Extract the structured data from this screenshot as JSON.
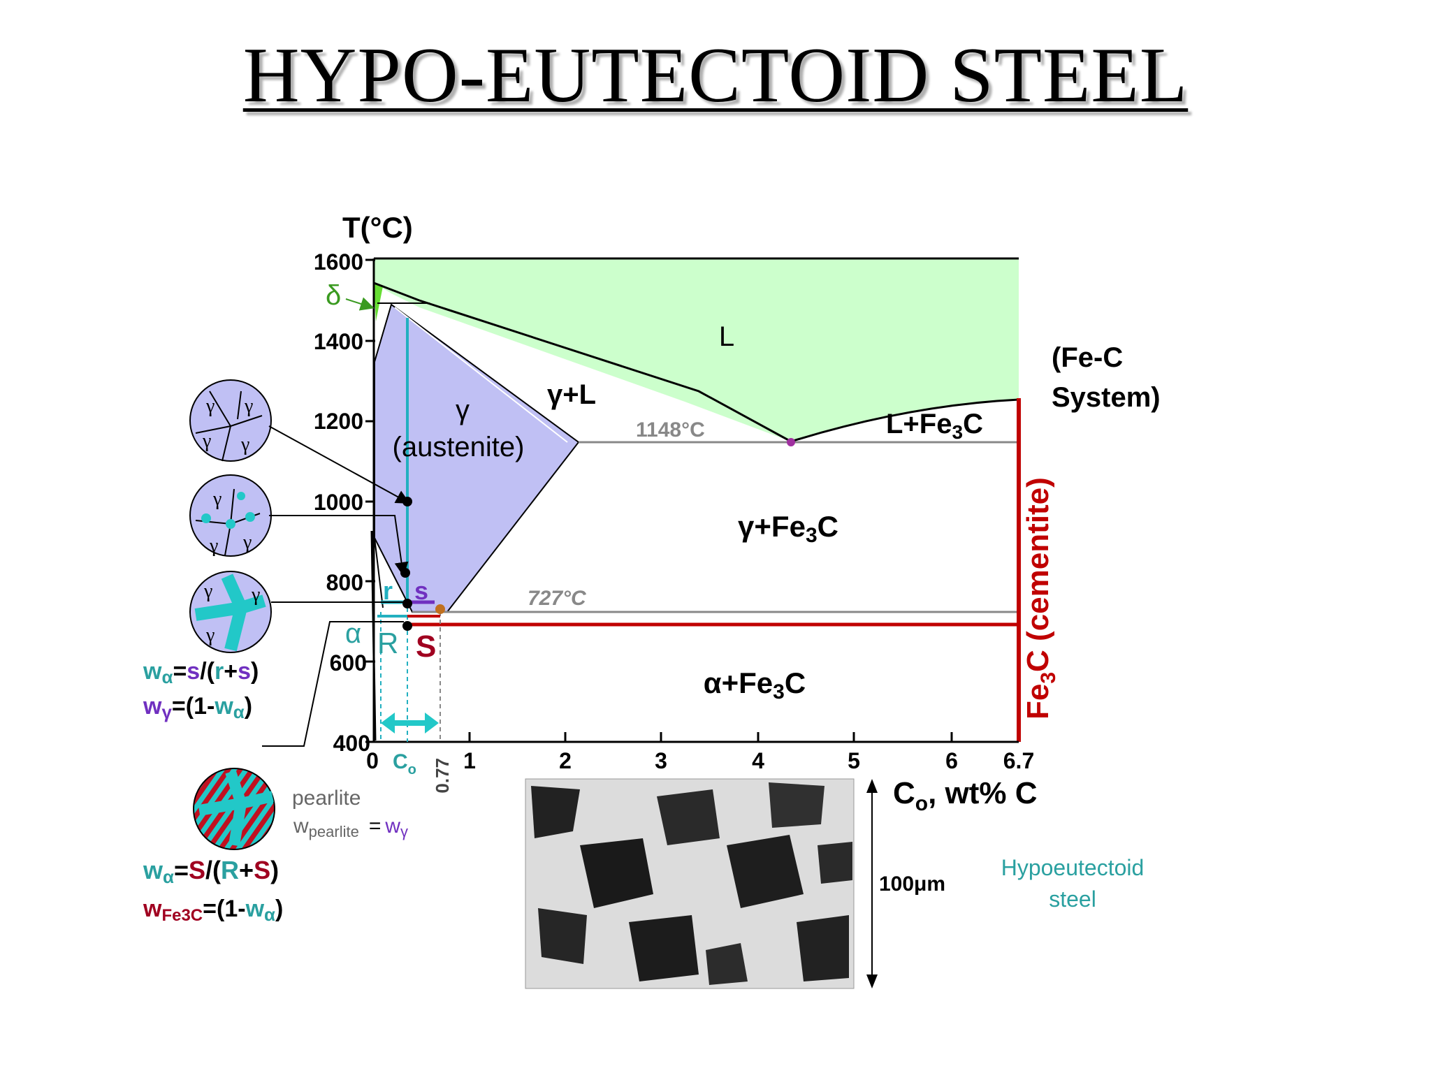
{
  "title": "HYPO-EUTECTOID STEEL",
  "diagram": {
    "y_axis_label": "T(°C)",
    "x_axis_label_prefix": "C",
    "x_axis_label_sub": "o",
    "x_axis_label_suffix": ", wt% C",
    "y_ticks": [
      "1600",
      "1400",
      "1200",
      "1000",
      "800",
      "600",
      "400"
    ],
    "x_ticks": [
      "0",
      "1",
      "2",
      "3",
      "4",
      "5",
      "6",
      "6.7"
    ],
    "c0_label": "C",
    "c0_sub": "o",
    "eutectoid_comp": "0.77",
    "phases": {
      "liquid": "L",
      "gamma_l": "γ+L",
      "gamma_symbol": "γ",
      "austenite": "(austenite)",
      "gamma_fe3c_a": "γ+Fe",
      "gamma_fe3c_sub": "3",
      "gamma_fe3c_b": "C",
      "l_fe3c_a": "L+Fe",
      "l_fe3c_sub": "3",
      "l_fe3c_b": "C",
      "alpha_fe3c_a": "α+Fe",
      "alpha_fe3c_sub": "3",
      "alpha_fe3c_b": "C",
      "delta": "δ",
      "alpha": "α",
      "cementite_a": "Fe",
      "cementite_sub": "3",
      "cementite_b": "C (cementite)"
    },
    "temps": {
      "eutectic": "1148°C",
      "eutectoid": "727°C"
    },
    "system_line1": "(Fe-C",
    "system_line2": "System)",
    "lever_small": {
      "r": "r",
      "s": "s"
    },
    "lever_big": {
      "R": "R",
      "S": "S"
    },
    "colors": {
      "liquid": "#ccffcc",
      "austenite": "#c0c0f4",
      "cementite": "#c00000",
      "cyan": "#22cccc",
      "purple": "#7030c0",
      "dark_red": "#a00020",
      "teal_text": "#2aa0a0"
    }
  },
  "formulas": {
    "w_alpha_small": {
      "w": "w",
      "sub": "α",
      "eq": "=",
      "num": "s",
      "mid": "/(",
      "r": "r",
      "plus": "+",
      "s": "s",
      "close": ")"
    },
    "w_gamma": {
      "w": "w",
      "sub": "γ",
      "eq": "=(1-",
      "w2": "w",
      "sub2": "α",
      "close": ")"
    },
    "pearlite_label": "pearlite",
    "w_pearlite": {
      "w": "w",
      "sub": "pearlite",
      "eq": "=",
      "w2": "w",
      "sub2": "γ"
    },
    "w_alpha_big": {
      "w": "w",
      "sub": "α",
      "eq": "=",
      "S": "S",
      "mid": "/(",
      "R": "R",
      "plus": "+",
      "S2": "S",
      "close": ")"
    },
    "w_fe3c": {
      "w": "w",
      "sub": "Fe3C",
      "eq": "=(1-",
      "w2": "w",
      "sub2": "α",
      "close": ")"
    }
  },
  "micrograph": {
    "scale": "100μm",
    "caption_line1": "Hypoeutectoid",
    "caption_line2": "steel"
  },
  "grain_symbol": "γ"
}
